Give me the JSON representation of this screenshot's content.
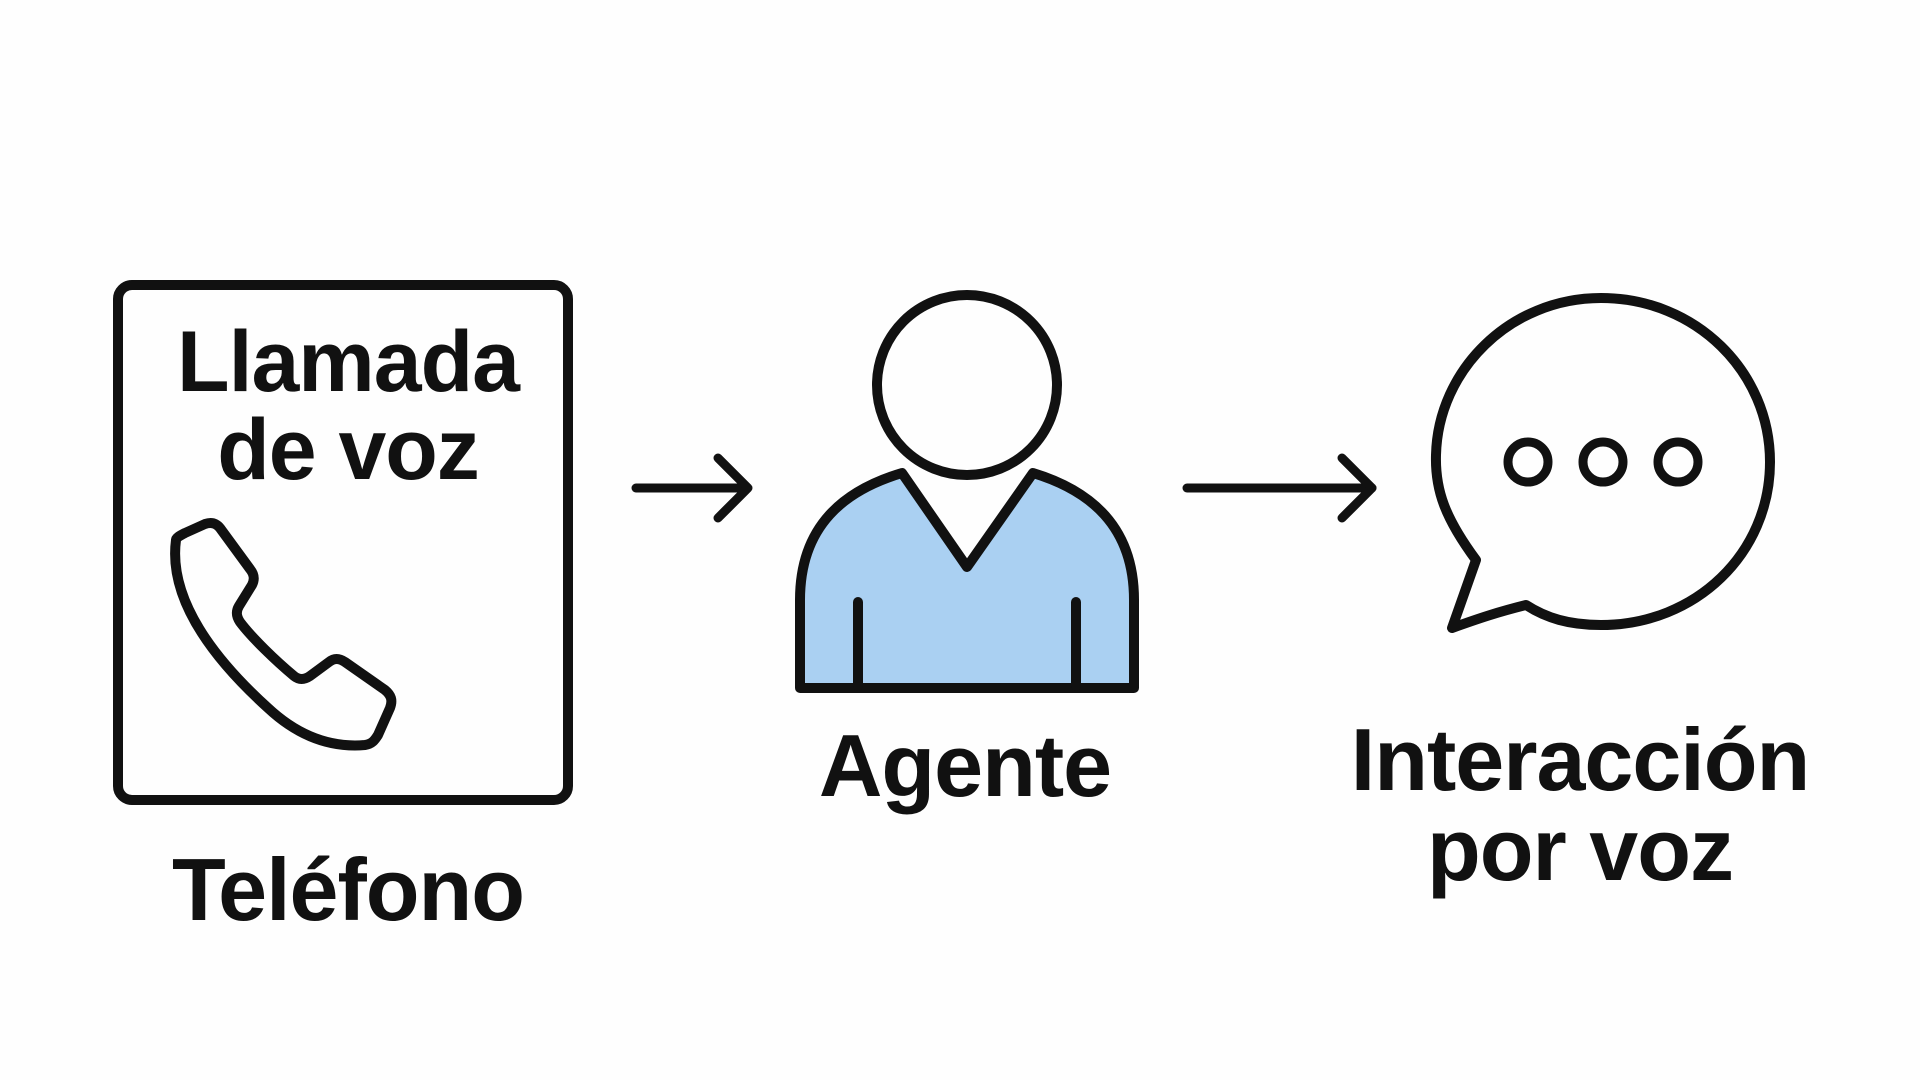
{
  "phone": {
    "title_line1": "Llamada",
    "title_line2": "de voz",
    "caption": "Teléfono"
  },
  "agent": {
    "caption": "Agente"
  },
  "chat": {
    "caption_line1": "Interacción",
    "caption_line2": "por voz"
  },
  "icons": {
    "phone": "phone-handset-icon",
    "agent": "person-icon",
    "chat": "speech-bubble-icon",
    "arrow": "arrow-right-icon"
  },
  "colors": {
    "stroke": "#111111",
    "agent_shirt": "#aad0f2",
    "background": "#fefefe"
  }
}
